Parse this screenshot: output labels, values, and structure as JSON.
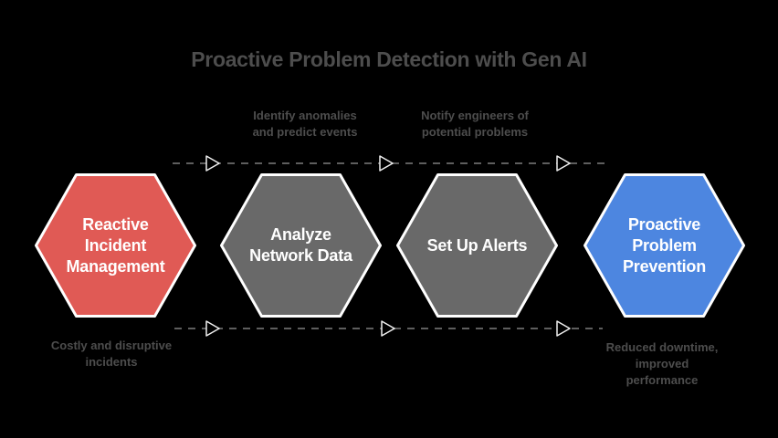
{
  "title": "Proactive Problem Detection with Gen AI",
  "colors": {
    "background": "#000000",
    "title_text": "#4d4d4d",
    "annotation_text": "#4d4d4d",
    "dash": "#5e5e5e",
    "arrow_outline": "#f0f0f0",
    "hex_border": "#ffffff",
    "hex_text": "#ffffff"
  },
  "steps": [
    {
      "label": "Reactive\nIncident\nManagement",
      "color": "#e05a55",
      "note_below": "Costly and disruptive\nincidents"
    },
    {
      "label": "Analyze\nNetwork Data",
      "color": "#696969",
      "note_above": "Identify anomalies\nand predict events"
    },
    {
      "label": "Set Up Alerts",
      "color": "#696969",
      "note_above": "Notify engineers of\npotential problems"
    },
    {
      "label": "Proactive\nProblem\nPrevention",
      "color": "#4d86e0",
      "note_below": "Reduced downtime,\nimproved\nperformance"
    }
  ]
}
